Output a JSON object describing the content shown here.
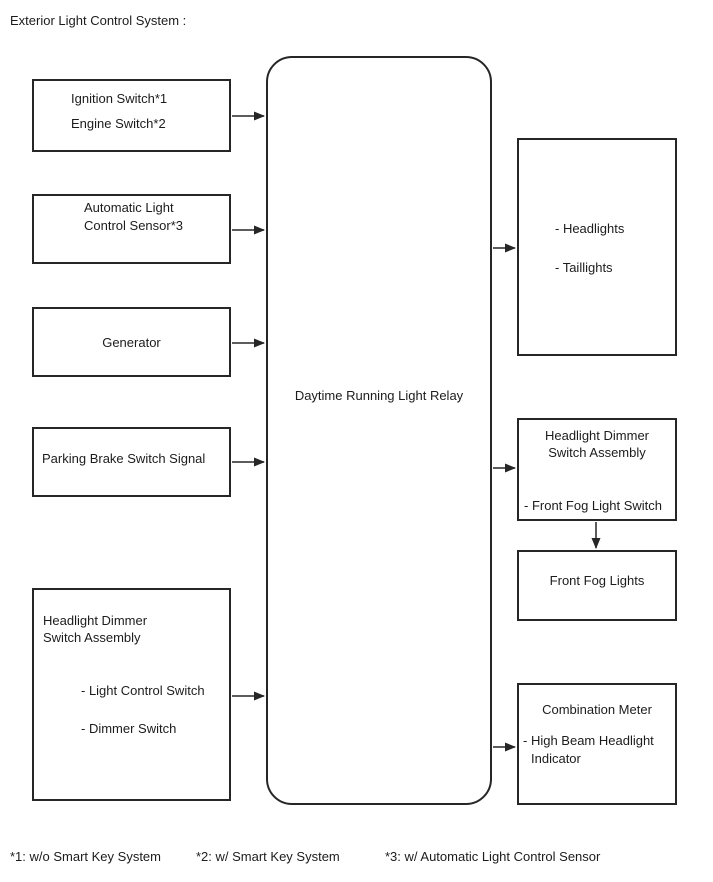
{
  "title": "Exterior Light Control System :",
  "relay": {
    "label": "Daytime Running Light Relay"
  },
  "inputs": {
    "ignition": {
      "line1": "Ignition Switch*1",
      "line2": "Engine Switch*2"
    },
    "auto_light_sensor": {
      "line1": "Automatic Light",
      "line2": "Control Sensor*3"
    },
    "generator": {
      "label": "Generator"
    },
    "parking_brake": {
      "label": "Parking Brake Switch Signal"
    },
    "headlight_dimmer": {
      "title1": "Headlight Dimmer",
      "title2": "Switch Assembly",
      "item1": "- Light Control Switch",
      "item2": "- Dimmer Switch"
    }
  },
  "outputs": {
    "lights": {
      "item1": "- Headlights",
      "item2": "- Taillights"
    },
    "headlight_dimmer": {
      "title1": "Headlight Dimmer",
      "title2": "Switch Assembly",
      "item1": "- Front Fog Light Switch"
    },
    "front_fog_lights": {
      "label": "Front Fog Lights"
    },
    "combination_meter": {
      "title": "Combination Meter",
      "item1": "- High Beam Headlight Indicator"
    }
  },
  "footnotes": {
    "f1": "*1: w/o Smart Key System",
    "f2": "*2: w/ Smart Key System",
    "f3": "*3: w/ Automatic Light Control Sensor"
  },
  "colors": {
    "line": "#262626",
    "background": "#ffffff",
    "text": "#1c1c1c"
  }
}
